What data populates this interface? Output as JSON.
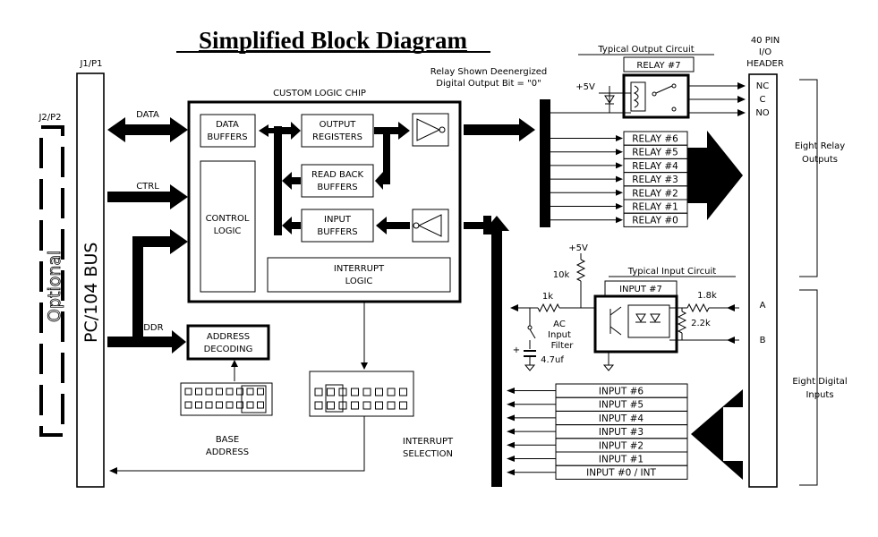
{
  "title": "Simplified Block Diagram",
  "connectors": {
    "j1p1": "J1/P1",
    "j2p2": "J2/P2"
  },
  "bus": {
    "label": "PC/104 BUS",
    "optional": "Optional"
  },
  "signals": {
    "data": "DATA",
    "ctrl": "CTRL",
    "addr": "ADDR"
  },
  "chip": {
    "label": "CUSTOM LOGIC CHIP",
    "data_buffers": [
      "DATA",
      "BUFFERS"
    ],
    "output_registers": [
      "OUTPUT",
      "REGISTERS"
    ],
    "read_back_buffers": [
      "READ BACK",
      "BUFFERS"
    ],
    "input_buffers": [
      "INPUT",
      "BUFFERS"
    ],
    "control_logic": [
      "CONTROL",
      "LOGIC"
    ],
    "interrupt_logic": [
      "INTERRUPT",
      "LOGIC"
    ]
  },
  "address_decoding": [
    "ADDRESS",
    "DECODING"
  ],
  "base_address": [
    "BASE",
    "ADDRESS"
  ],
  "interrupt_selection": [
    "INTERRUPT",
    "SELECTION"
  ],
  "output_circuit": {
    "title": "Typical Output Circuit",
    "relay_note": [
      "Relay Shown Deenergized",
      "Digital Output Bit = \"0\""
    ],
    "relay7": "RELAY #7",
    "supply": "+5V",
    "contacts": [
      "NC",
      "C",
      "NO"
    ]
  },
  "relays": [
    "RELAY #6",
    "RELAY #5",
    "RELAY #4",
    "RELAY #3",
    "RELAY #2",
    "RELAY #1",
    "RELAY #0"
  ],
  "header": [
    "40 PIN",
    "I/O",
    "HEADER"
  ],
  "relay_outputs": [
    "Eight Relay",
    "Outputs"
  ],
  "input_circuit": {
    "title": "Typical Input Circuit",
    "input7": "INPUT #7",
    "supply": "+5V",
    "r10k": "10k",
    "r1k": "1k",
    "r18k": "1.8k",
    "r22k": "2.2k",
    "filter": [
      "AC",
      "Input",
      "Filter"
    ],
    "cap": "4.7uf",
    "plus": "+",
    "terminal_a": "A",
    "terminal_b": "B"
  },
  "inputs": [
    "INPUT #6",
    "INPUT #5",
    "INPUT #4",
    "INPUT #3",
    "INPUT #2",
    "INPUT #1",
    "INPUT #0 / INT"
  ],
  "digital_inputs": [
    "Eight Digital",
    "Inputs"
  ]
}
